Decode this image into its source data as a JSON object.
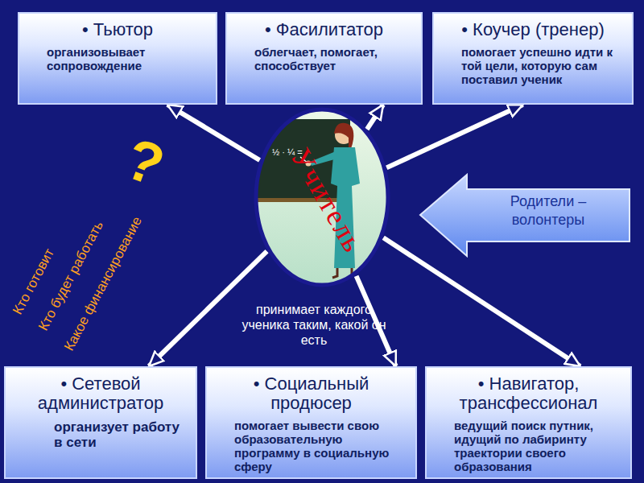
{
  "diagram": {
    "nodes": [
      {
        "text": [
          "• Тьютор",
          "организовывает сопровождение"
        ]
      },
      {
        "text": [
          "• Фасилитатор",
          "облегчает, помогает, способствует"
        ]
      },
      {
        "text": [
          "• Коучер (тренер)",
          "помогает успешно идти к той цели, которую сам поставил ученик"
        ]
      },
      {
        "text": [
          "Учитель",
          "принимает каждого ученика таким, какой он есть"
        ]
      },
      {
        "text": [
          "Родители – волонтеры"
        ]
      },
      {
        "text": [
          "• Сетевой администратор",
          "организует работу в сети"
        ]
      },
      {
        "text": [
          "• Социальный продюсер",
          "помогает вывести свою образовательную программу в социальную сферу"
        ]
      },
      {
        "text": [
          "• Навигатор, трансфессионал",
          "ведущий поиск путник, идущий по лабиринту траектории своего образования"
        ]
      }
    ],
    "edges": [
      {
        "from": 3,
        "to": 0,
        "arrow": "to"
      },
      {
        "from": 3,
        "to": 1,
        "arrow": "to"
      },
      {
        "from": 3,
        "to": 2,
        "arrow": "to"
      },
      {
        "from": 3,
        "to": 5,
        "arrow": "to"
      },
      {
        "from": 3,
        "to": 6,
        "arrow": "to"
      },
      {
        "from": 3,
        "to": 7,
        "arrow": "to"
      }
    ],
    "labels": [
      "?",
      "Кто готовит",
      "Кто будет работать",
      "Какое финансирование",
      "½ · ¼ ="
    ]
  }
}
